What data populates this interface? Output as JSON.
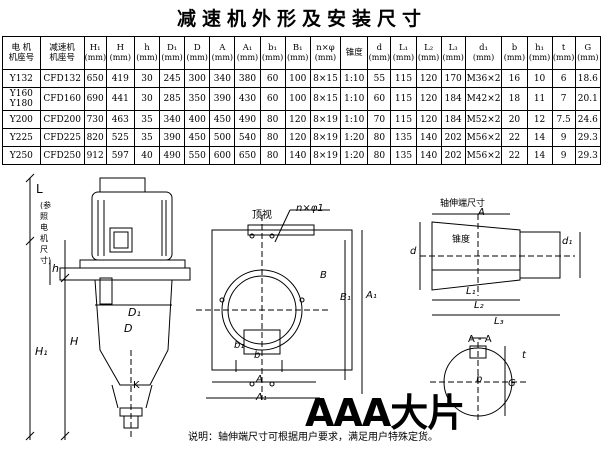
{
  "title": "减速机外形及安装尺寸",
  "table": {
    "headers": [
      {
        "label": "电 机\n机座号",
        "unit": ""
      },
      {
        "label": "减速机\n机座号",
        "unit": ""
      },
      {
        "label": "H₁",
        "unit": "(mm)"
      },
      {
        "label": "H",
        "unit": "(mm)"
      },
      {
        "label": "h",
        "unit": "(mm)"
      },
      {
        "label": "D₁",
        "unit": "(mm)"
      },
      {
        "label": "D",
        "unit": "(mm)"
      },
      {
        "label": "A",
        "unit": "(mm)"
      },
      {
        "label": "A₁",
        "unit": "(mm)"
      },
      {
        "label": "b₁",
        "unit": "(mm)"
      },
      {
        "label": "B₁",
        "unit": "(mm)"
      },
      {
        "label": "n×φ",
        "unit": "(mm)"
      },
      {
        "label": "锥度",
        "unit": ""
      },
      {
        "label": "d",
        "unit": "(mm)"
      },
      {
        "label": "L₁",
        "unit": "(mm)"
      },
      {
        "label": "L₂",
        "unit": "(mm)"
      },
      {
        "label": "L₃",
        "unit": "(mm)"
      },
      {
        "label": "d₁",
        "unit": "(mm)"
      },
      {
        "label": "b",
        "unit": "(mm)"
      },
      {
        "label": "h₁",
        "unit": "(mm)"
      },
      {
        "label": "t",
        "unit": "(mm)"
      },
      {
        "label": "G",
        "unit": "(mm)"
      }
    ],
    "rows": [
      [
        "Y132",
        "CFD132",
        "650",
        "419",
        "30",
        "245",
        "300",
        "340",
        "380",
        "60",
        "100",
        "8×15",
        "1:10",
        "55",
        "115",
        "120",
        "170",
        "M36×2",
        "16",
        "10",
        "6",
        "18.6"
      ],
      [
        "Y160\nY180",
        "CFD160",
        "690",
        "441",
        "30",
        "285",
        "350",
        "390",
        "430",
        "60",
        "100",
        "8×15",
        "1:10",
        "60",
        "115",
        "120",
        "184",
        "M42×2",
        "18",
        "11",
        "7",
        "20.1"
      ],
      [
        "Y200",
        "CFD200",
        "730",
        "463",
        "35",
        "340",
        "400",
        "450",
        "490",
        "80",
        "120",
        "8×19",
        "1:10",
        "70",
        "115",
        "120",
        "184",
        "M52×2",
        "20",
        "12",
        "7.5",
        "24.6"
      ],
      [
        "Y225",
        "CFD225",
        "820",
        "525",
        "35",
        "390",
        "450",
        "500",
        "540",
        "80",
        "120",
        "8×19",
        "1:20",
        "80",
        "135",
        "140",
        "202",
        "M56×2",
        "22",
        "14",
        "9",
        "29.3"
      ],
      [
        "Y250",
        "CFD250",
        "912",
        "597",
        "40",
        "490",
        "550",
        "600",
        "650",
        "80",
        "140",
        "8×19",
        "1:20",
        "80",
        "135",
        "140",
        "202",
        "M56×2",
        "22",
        "14",
        "9",
        "29.3"
      ]
    ]
  },
  "drawings": {
    "side_view": {
      "labels": {
        "L": "L",
        "ref": "(参照电机尺寸)",
        "h": "h",
        "H1": "H₁",
        "H": "H",
        "D1": "D₁",
        "D": "D",
        "K": "K"
      }
    },
    "top_view": {
      "caption": "顶视",
      "labels": {
        "hole": "n×φ1",
        "B": "B",
        "B1": "B₁",
        "b": "b",
        "b1": "b₁",
        "A": "A",
        "A1": "A₁"
      }
    },
    "shaft_view": {
      "caption": "轴伸端尺寸",
      "labels": {
        "A": "A",
        "taper": "锥度",
        "d": "d",
        "d1": "d₁",
        "L1": "L₁",
        "L2": "L₂",
        "L3": "L₃",
        "section": "A - A",
        "t": "t",
        "b": "b",
        "G": "G"
      }
    }
  },
  "note": "说明：轴伸端尺寸可根据用户要求，满足用户特殊定货。",
  "watermark": "AAA大片"
}
